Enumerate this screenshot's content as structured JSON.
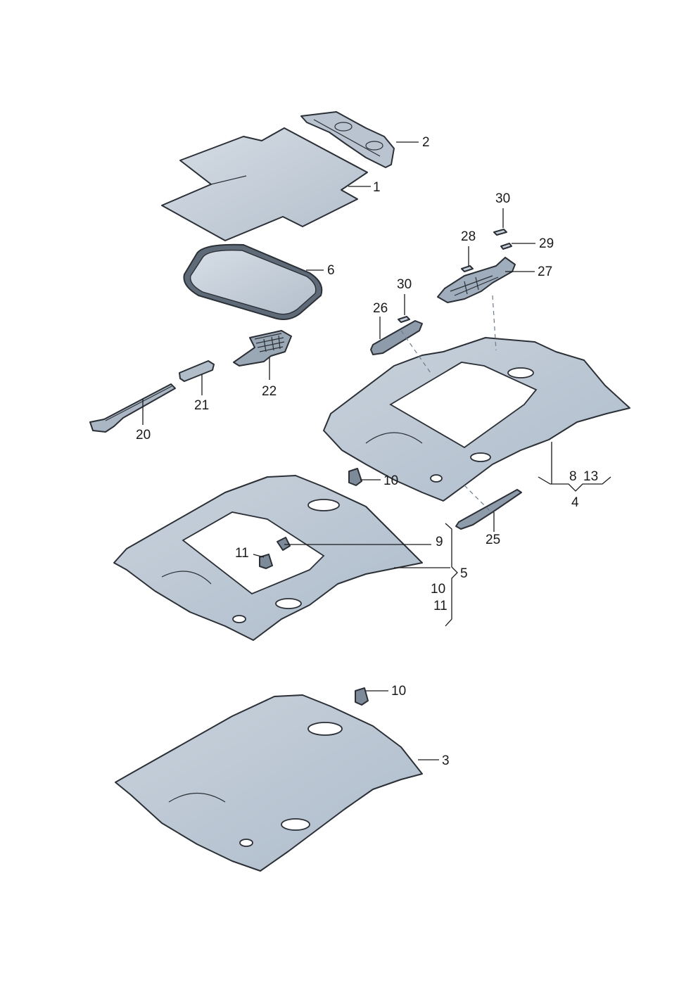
{
  "diagram": {
    "callouts": {
      "c1": "1",
      "c2": "2",
      "c3": "3",
      "c4": "4",
      "c5": "5",
      "c6": "6",
      "c8": "8",
      "c9": "9",
      "c10a": "10",
      "c10b": "10",
      "c10c": "10",
      "c11a": "11",
      "c11b": "11",
      "c13": "13",
      "c20": "20",
      "c21": "21",
      "c22": "22",
      "c25": "25",
      "c26": "26",
      "c27": "27",
      "c28": "28",
      "c29": "29",
      "c30a": "30",
      "c30b": "30"
    },
    "colors": {
      "light": "#cbd4dd",
      "mid": "#aab7c4",
      "dark": "#8794a2",
      "stroke": "#2b2f36"
    }
  }
}
